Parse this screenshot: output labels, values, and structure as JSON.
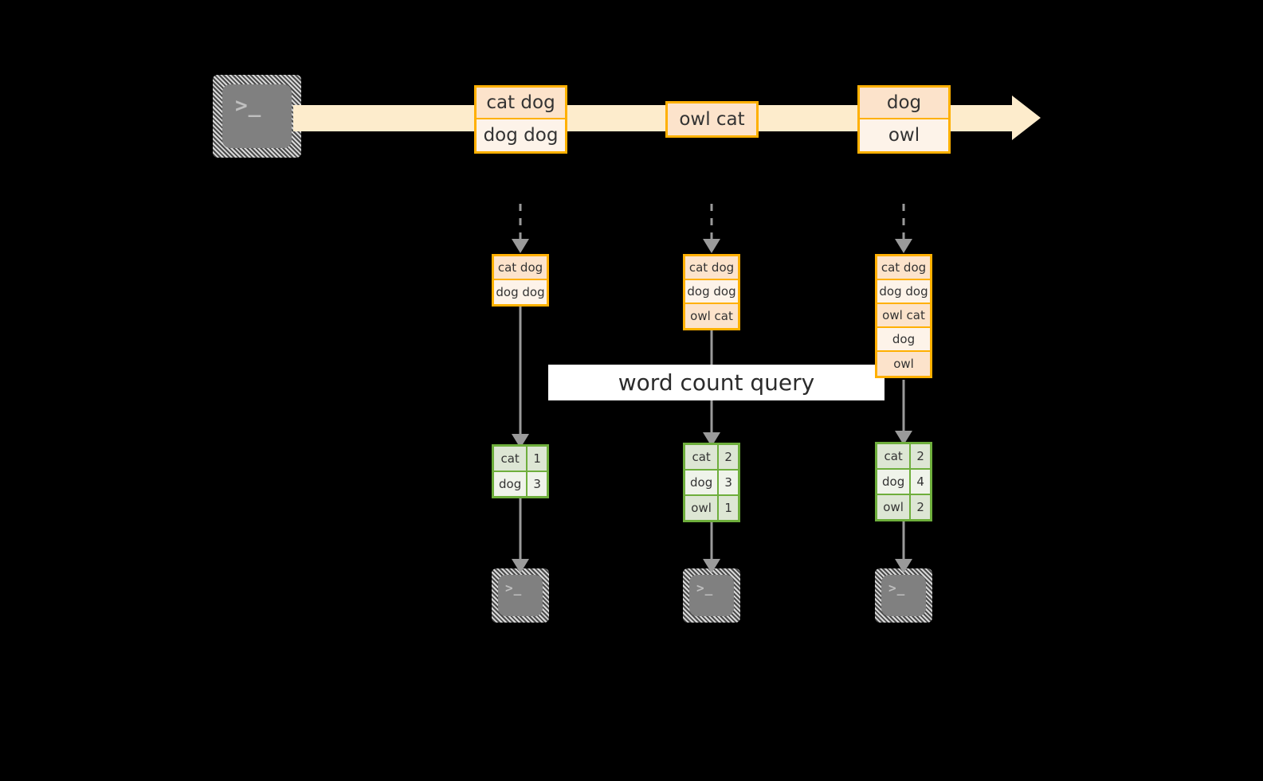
{
  "colors": {
    "background": "#000000",
    "orange_border": "#ffb000",
    "orange_fill_dark": "#fce3cb",
    "orange_fill_light": "#fdf3e9",
    "green_border": "#6eae3c",
    "green_fill_dark": "#dde6d4",
    "green_fill_light": "#eff3ea",
    "arrow_gray": "#9a9a9a",
    "timeline_cream": "#fdeccc",
    "terminal_face": "#808080",
    "label_band": "#ffffff"
  },
  "source": {
    "icon": "terminal-icon",
    "glyph": ">_"
  },
  "timeline": {
    "direction": "right",
    "events": [
      {
        "name": "event-1",
        "lines": [
          {
            "text": "cat dog",
            "shade": "dark"
          },
          {
            "text": "dog dog",
            "shade": "light"
          }
        ]
      },
      {
        "name": "event-2",
        "lines": [
          {
            "text": "owl cat",
            "shade": "dark"
          }
        ]
      },
      {
        "name": "event-3",
        "lines": [
          {
            "text": "dog",
            "shade": "dark"
          },
          {
            "text": "owl",
            "shade": "light"
          }
        ]
      }
    ]
  },
  "label": {
    "text": "word count query"
  },
  "columns": [
    {
      "name": "snapshot-1",
      "stack": [
        {
          "text": "cat dog",
          "shade": "dark"
        },
        {
          "text": "dog dog",
          "shade": "light"
        }
      ],
      "result": {
        "rows": [
          {
            "key": "cat",
            "value": "1",
            "shade": "dark"
          },
          {
            "key": "dog",
            "value": "3",
            "shade": "light"
          }
        ]
      },
      "sink": {
        "icon": "terminal-icon",
        "glyph": ">_"
      }
    },
    {
      "name": "snapshot-2",
      "stack": [
        {
          "text": "cat dog",
          "shade": "dark"
        },
        {
          "text": "dog dog",
          "shade": "light"
        },
        {
          "text": "owl cat",
          "shade": "dark"
        }
      ],
      "result": {
        "rows": [
          {
            "key": "cat",
            "value": "2",
            "shade": "dark"
          },
          {
            "key": "dog",
            "value": "3",
            "shade": "light"
          },
          {
            "key": "owl",
            "value": "1",
            "shade": "dark"
          }
        ]
      },
      "sink": {
        "icon": "terminal-icon",
        "glyph": ">_"
      }
    },
    {
      "name": "snapshot-3",
      "stack": [
        {
          "text": "cat dog",
          "shade": "dark"
        },
        {
          "text": "dog dog",
          "shade": "light"
        },
        {
          "text": "owl cat",
          "shade": "dark"
        },
        {
          "text": "dog",
          "shade": "light"
        },
        {
          "text": "owl",
          "shade": "dark"
        }
      ],
      "result": {
        "rows": [
          {
            "key": "cat",
            "value": "2",
            "shade": "dark"
          },
          {
            "key": "dog",
            "value": "4",
            "shade": "light"
          },
          {
            "key": "owl",
            "value": "2",
            "shade": "dark"
          }
        ]
      },
      "sink": {
        "icon": "terminal-icon",
        "glyph": ">_"
      }
    }
  ]
}
